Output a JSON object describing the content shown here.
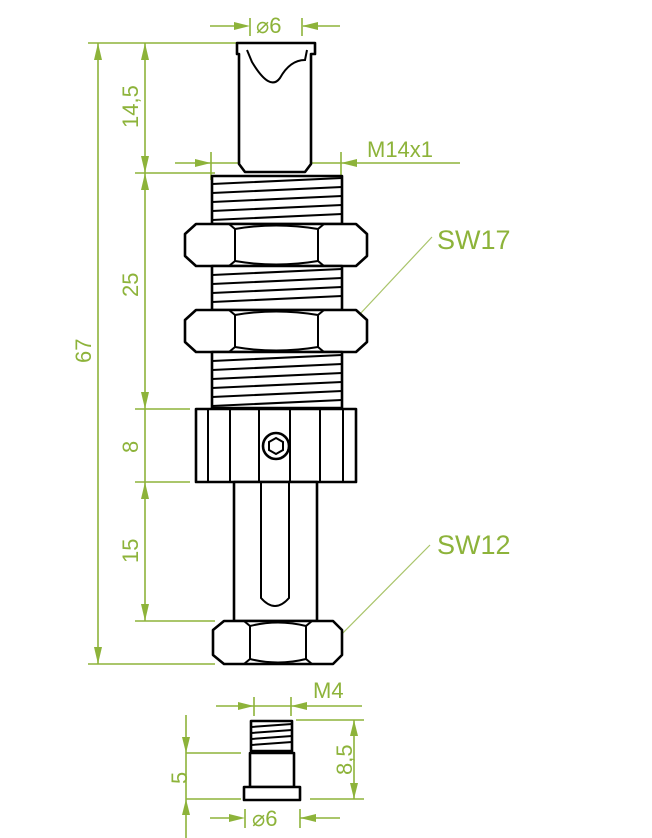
{
  "drawing": {
    "colors": {
      "dimension": "#8db33a",
      "outline": "#000000",
      "background": "#ffffff"
    },
    "dimensions": {
      "top_diameter": "⌀6",
      "thread_main": "M14x1",
      "len_tip": "14,5",
      "len_thread": "25",
      "len_total": "67",
      "len_knurl": "8",
      "len_shank": "15",
      "thread_small": "M4",
      "small_height_total": "8,5",
      "small_height_body": "5",
      "small_diameter": "⌀6"
    },
    "callouts": {
      "nut_large": "SW17",
      "nut_small": "SW12"
    }
  }
}
